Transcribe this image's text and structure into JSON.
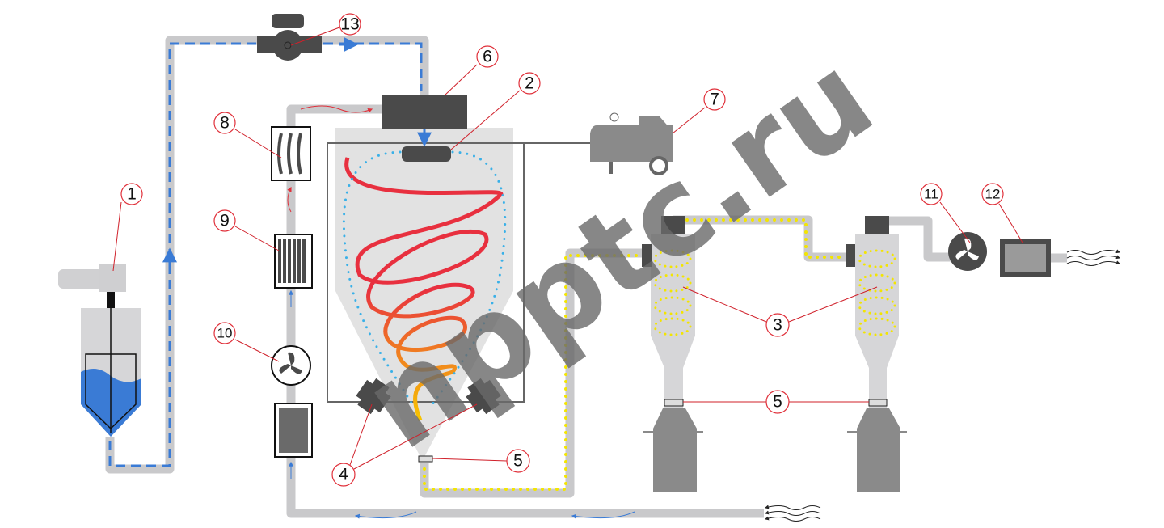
{
  "diagram": {
    "labels": {
      "pump": "13",
      "tank_mixer": "1",
      "heater_block": "6",
      "nozzle": "2",
      "compressor": "7",
      "air_heater": "8",
      "heating_element": "9",
      "inlet_fan": "10",
      "exhaust_fan": "11",
      "exhaust_filter": "12",
      "cyclones": "3",
      "valve_cyclones": "5",
      "valve_chamber": "5",
      "vibrators": "4"
    },
    "watermark": "npptc.ru",
    "colors": {
      "pipe": "#c9c9cb",
      "liquid": "#3a7bd5",
      "product": "#f3e500",
      "leader": "#d0202a",
      "equipment": "#4a4a4a"
    }
  }
}
